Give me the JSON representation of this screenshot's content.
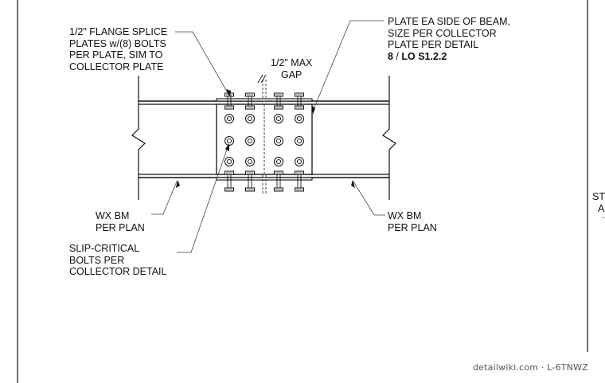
{
  "callouts": {
    "flange_splice": [
      "1/2\" FLANGE SPLICE",
      "PLATES w/(8) BOLTS",
      "PER PLATE, SIM TO",
      "COLLECTOR PLATE"
    ],
    "max_gap": [
      "1/2\" MAX",
      "GAP"
    ],
    "plate_ea_side": [
      "PLATE EA SIDE OF BEAM,",
      "SIZE PER COLLECTOR",
      "PLATE PER DETAIL"
    ],
    "detail_ref": {
      "number": "8",
      "sep": " / ",
      "sheet": "LO S1.2.2"
    },
    "wx_bm_left": [
      "WX BM",
      "PER PLAN"
    ],
    "wx_bm_right": [
      "WX BM",
      "PER PLAN"
    ],
    "slip_critical": [
      "SLIP-CRITICAL",
      "BOLTS PER",
      "COLLECTOR DETAIL"
    ]
  },
  "edge_text": [
    "ST",
    "A"
  ],
  "watermark": "detailwiki.com · L-6TNWZ",
  "colors": {
    "line": "#111111",
    "leader": "#444444",
    "watermark": "#555555"
  }
}
